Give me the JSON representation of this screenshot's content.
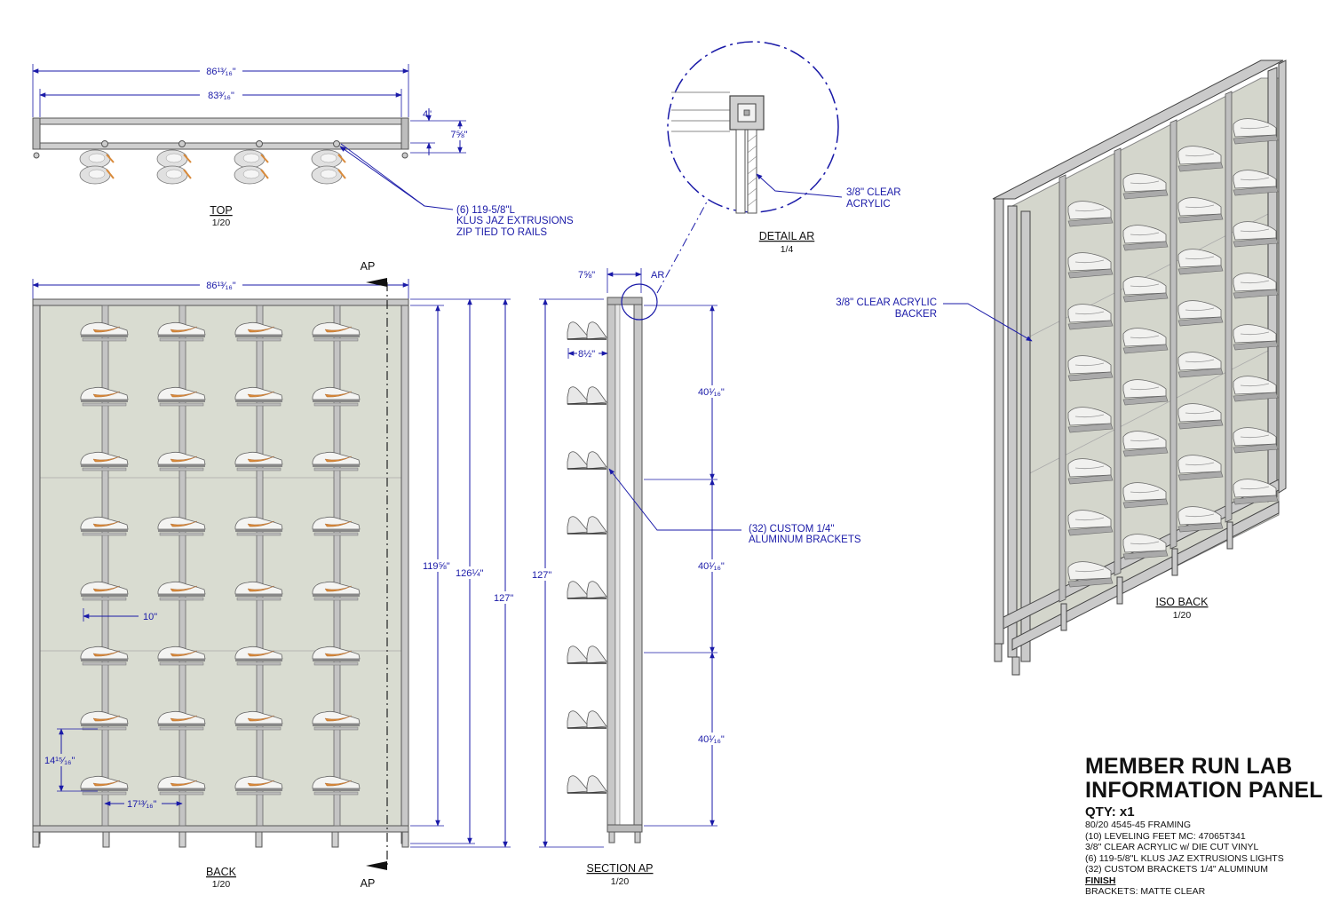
{
  "colors": {
    "annotation": "#1a1aa8",
    "frame": "#6e6e6e",
    "panel": "#d9dcd1",
    "swoosh": "#d98a3a"
  },
  "top_view": {
    "dim_overall": "86¹³⁄₁₆\"",
    "dim_inner": "83³⁄₁₆\"",
    "dim_4": "4\"",
    "dim_7": "7⅝\"",
    "note": [
      "(6) 119-5/8\"L",
      "KLUS JAZ EXTRUSIONS",
      "ZIP TIED TO RAILS"
    ],
    "title": "TOP",
    "scale": "1/20"
  },
  "back_view": {
    "dim_overall": "86¹³⁄₁₆\"",
    "cut_label_top": "AP",
    "cut_label_bottom": "AP",
    "dim_10": "10\"",
    "dim_vertical_spacing": "14¹⁵⁄₁₆\"",
    "dim_horizontal_spacing": "17¹³⁄₁₆\"",
    "dim_119": "119⅝\"",
    "dim_126": "126¼\"",
    "dim_127": "127\"",
    "title": "BACK",
    "scale": "1/20"
  },
  "section_view": {
    "dim_7": "7⅝\"",
    "detail_tag": "AR",
    "dim_8": "8½\"",
    "dim_40a": "40¹⁄₁₆\"",
    "dim_40b": "40¹⁄₁₆\"",
    "dim_40c": "40¹⁄₁₆\"",
    "dim_127": "127\"",
    "note": [
      "(32) CUSTOM 1/4\"",
      "ALUMINUM BRACKETS"
    ],
    "title": "SECTION AP",
    "scale": "1/20"
  },
  "detail_view": {
    "note": [
      "3/8\" CLEAR",
      "ACRYLIC"
    ],
    "title": "DETAIL  AR",
    "scale": "1/4"
  },
  "iso_view": {
    "note": [
      "3/8\" CLEAR ACRYLIC",
      "BACKER"
    ],
    "title": "ISO BACK",
    "scale": "1/20"
  },
  "title_block": {
    "title_line1": "MEMBER RUN LAB",
    "title_line2": "INFORMATION PANEL",
    "qty": "QTY: x1",
    "specs": [
      "80/20 4545-45 FRAMING",
      "(10) LEVELING FEET MC: 47065T341",
      "3/8\" CLEAR ACRYLIC w/ DIE CUT VINYL",
      "(6) 119-5/8\"L KLUS JAZ EXTRUSIONS LIGHTS",
      "(32) CUSTOM BRACKETS 1/4\" ALUMINUM"
    ],
    "finish_label": "FINISH",
    "finish_value": "BRACKETS: MATTE CLEAR"
  }
}
